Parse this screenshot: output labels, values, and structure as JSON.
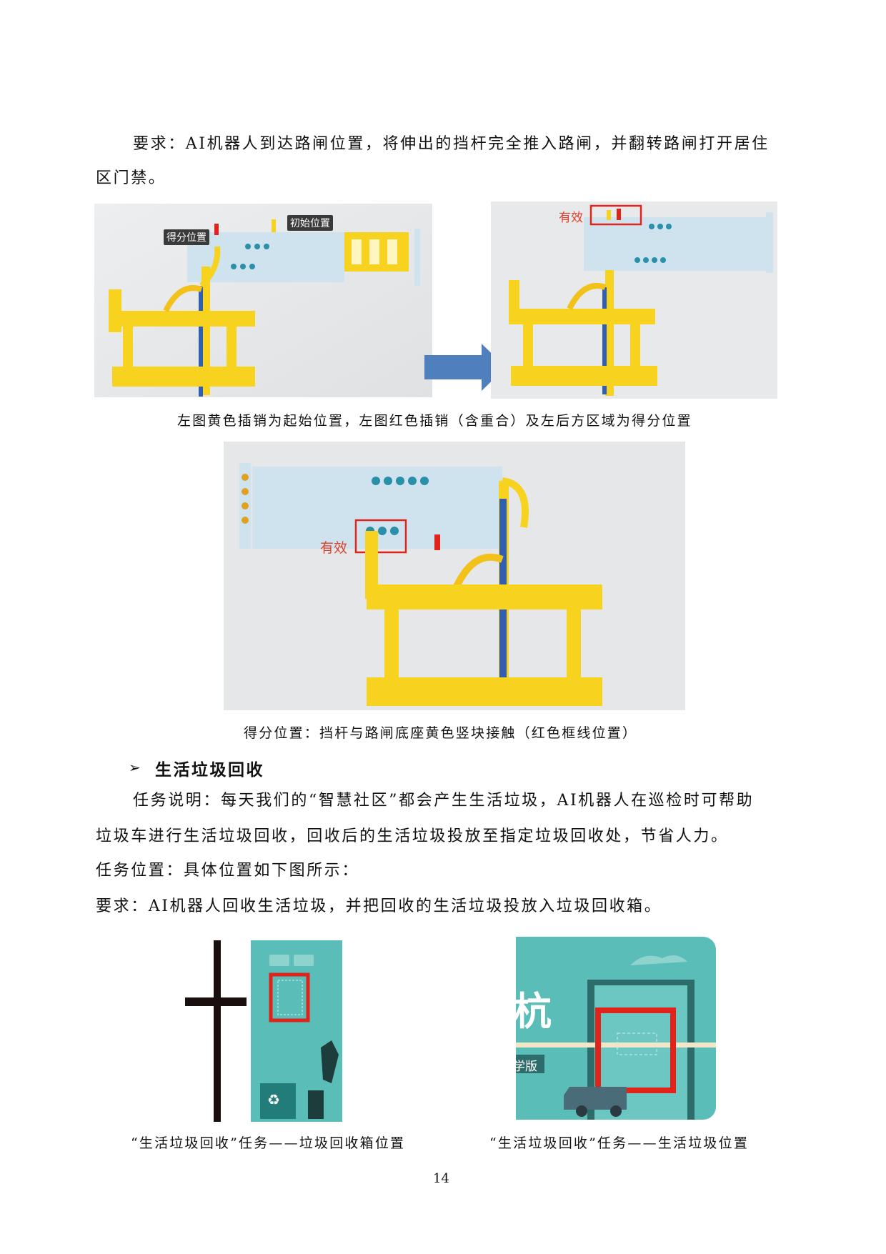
{
  "section1": {
    "requirement_line1": "要求：AI机器人到达路闸位置，将伸出的挡杆完全推入路闸，并翻转路闸打开居住",
    "requirement_line2": "区门禁。",
    "fig1_labels": {
      "score_position": "得分位置",
      "initial_position": "初始位置",
      "valid": "有效"
    },
    "caption1": "左图黄色插销为起始位置，左图红色插销（含重合）及左后方区域为得分位置",
    "fig3_label_valid": "有效",
    "caption2": "得分位置：挡杆与路闸底座黄色竖块接触（红色框线位置）"
  },
  "section2": {
    "heading": "生活垃圾回收",
    "description_line1": "任务说明：每天我们的“智慧社区”都会产生生活垃圾，AI机器人在巡检时可帮助",
    "description_line2": "垃圾车进行生活垃圾回收，回收后的生活垃圾投放至指定垃圾回收处，节省人力。",
    "location": "任务位置：具体位置如下图所示：",
    "requirement": "要求：AI机器人回收生活垃圾，并把回收的生活垃圾投放入垃圾回收箱。",
    "map_text_fragment_1": "杭",
    "map_text_fragment_2": "学版",
    "caption_left": "“生活垃圾回收”任务——垃圾回收箱位置",
    "caption_right": "“生活垃圾回收”任务——生活垃圾位置"
  },
  "page_number": "14",
  "colors": {
    "lego_yellow": "#f7d21e",
    "gate_blue": "#cfe3ef",
    "beam_blue": "#2f5fb4",
    "arrow_blue": "#4f7fbd",
    "highlight_red": "#e0231b",
    "map_teal": "#5bbdb8"
  }
}
